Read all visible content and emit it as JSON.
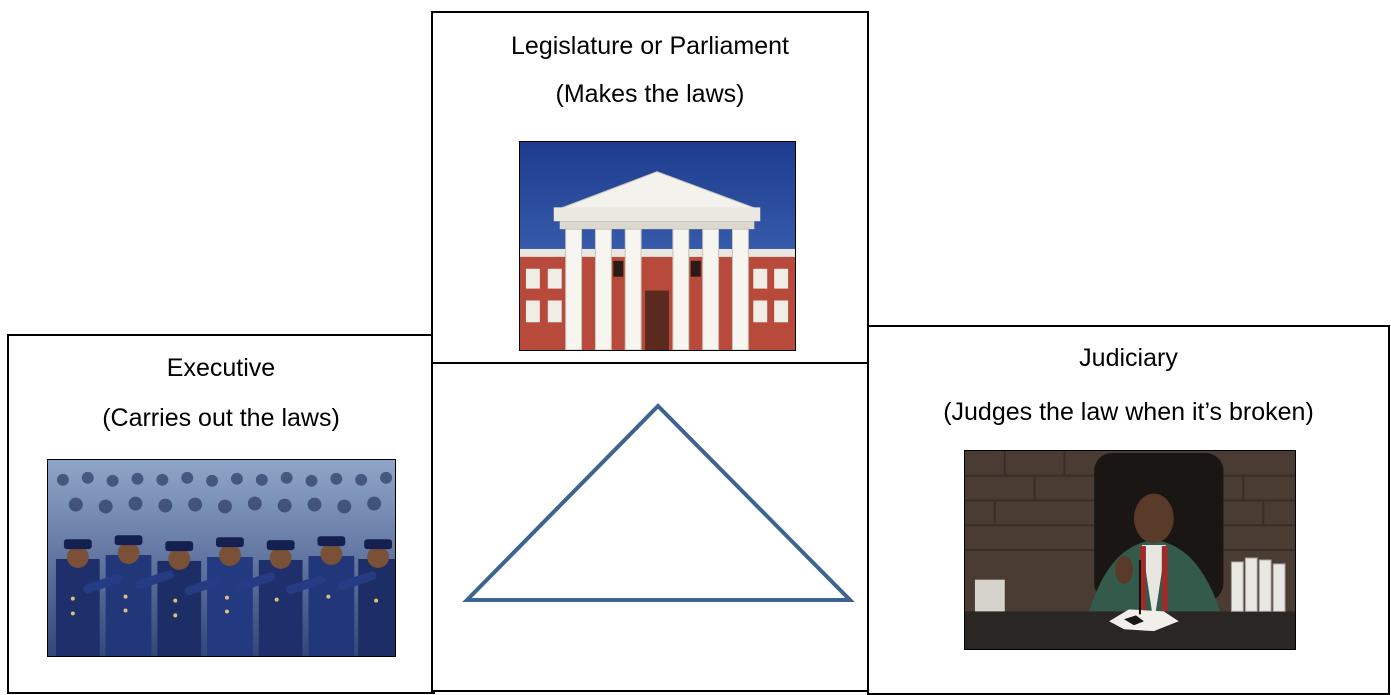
{
  "branches": {
    "legislature": {
      "title": "Legislature or Parliament",
      "role": "(Makes the laws)",
      "image": "parliament-building-photo"
    },
    "executive": {
      "title": "Executive",
      "role": "(Carries out the laws)",
      "image": "police-officers-saluting-photo"
    },
    "judiciary": {
      "title": "Judiciary",
      "role": "(Judges the law when it’s broken)",
      "image": "judge-in-court-photo"
    }
  },
  "center": {
    "shape": "triangle",
    "stroke_color": "#3d6491"
  }
}
